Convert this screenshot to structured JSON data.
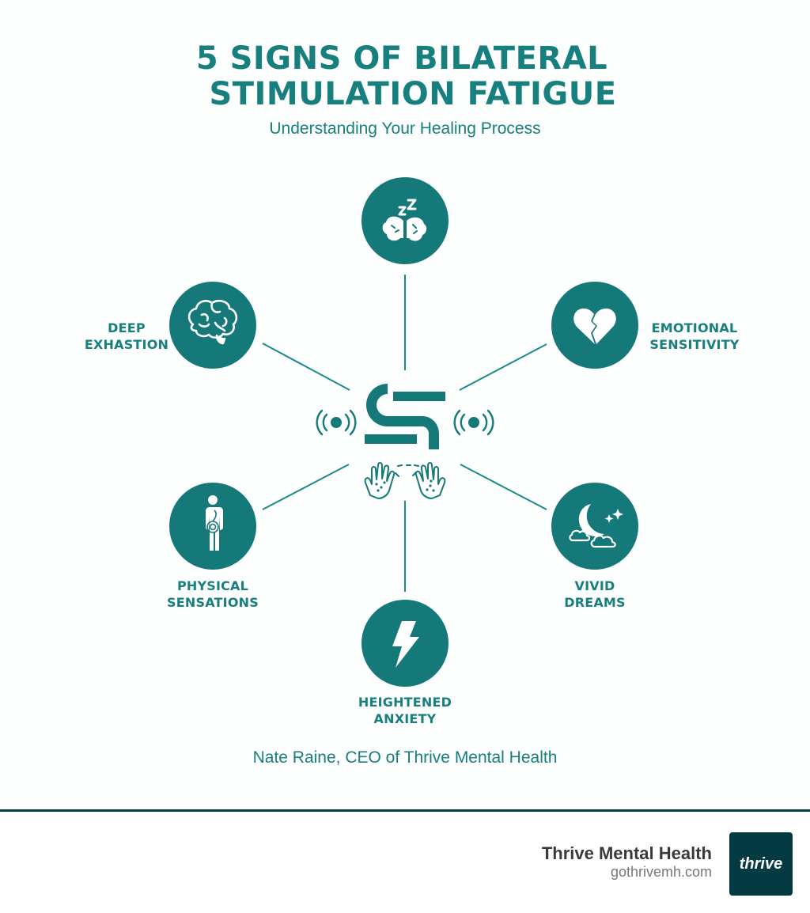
{
  "header": {
    "title_line1": "5 SIGNS OF BILATERAL",
    "title_line2": "STIMULATION FATIGUE",
    "subtitle": "Understanding Your Healing Process"
  },
  "colors": {
    "primary_teal": "#15797a",
    "text_teal": "#17807e",
    "divider": "#063f47",
    "logo_bg": "#043b43"
  },
  "center": {
    "icon": "bilateral-stimulation-s-icon",
    "left_icon": "vibration-signal-icon",
    "right_icon": "vibration-signal-icon",
    "bottom_icon": "tapping-hands-icon"
  },
  "nodes": [
    {
      "id": "top",
      "icon": "sleepy-brain-zzz-icon",
      "label_lines": []
    },
    {
      "id": "deep-exhaustion",
      "icon": "brain-icon",
      "label_lines": [
        "DEEP",
        "EXHASTION"
      ]
    },
    {
      "id": "emotional-sensitivity",
      "icon": "broken-heart-icon",
      "label_lines": [
        "EMOTIONAL",
        "SENSITIVITY"
      ]
    },
    {
      "id": "physical-sensations",
      "icon": "body-spiral-icon",
      "label_lines": [
        "PHYSICAL",
        "SENSATIONS"
      ]
    },
    {
      "id": "vivid-dreams",
      "icon": "moon-clouds-stars-icon",
      "label_lines": [
        "VIVID",
        "DREAMS"
      ]
    },
    {
      "id": "heightened-anxiety",
      "icon": "lightning-bolt-icon",
      "label_lines": [
        "HEIGHTENED",
        "ANXIETY"
      ]
    }
  ],
  "attribution": "Nate Raine, CEO of Thrive Mental Health",
  "footer": {
    "brand_name": "Thrive Mental Health",
    "brand_url": "gothrivemh.com",
    "logo_text": "thrive"
  }
}
